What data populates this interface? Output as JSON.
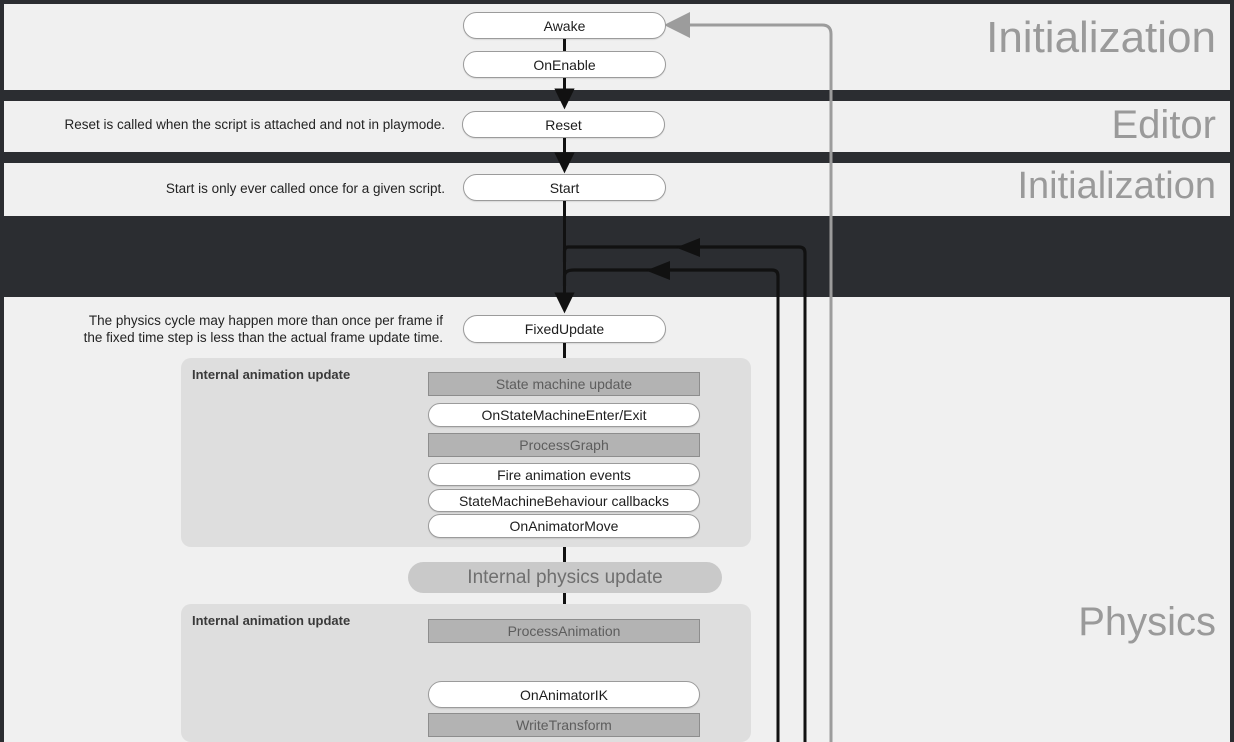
{
  "diagram": {
    "title": "Unity MonoBehaviour lifecycle flowchart",
    "colors": {
      "lane_background": "#f0f0f0",
      "band_dark": "#2b2d31",
      "lane_title": "#9a9a9a",
      "callback_node": "#ffffff",
      "internal_node": "#b3b3b3",
      "panel": "#dedede",
      "pill": "#c9c9c9",
      "wire_black": "#111111",
      "wire_gray": "#9c9c9c"
    }
  },
  "lanes": [
    {
      "id": "lane-initialization-1",
      "title": "Initialization"
    },
    {
      "id": "lane-editor",
      "title": "Editor"
    },
    {
      "id": "lane-initialization-2",
      "title": "Initialization"
    },
    {
      "id": "lane-physics",
      "title": "Physics"
    }
  ],
  "notes": [
    {
      "id": "note-reset",
      "text": "Reset is called when the script is attached and not in playmode."
    },
    {
      "id": "note-start",
      "text": "Start is only ever called once for a given script."
    },
    {
      "id": "note-physics",
      "text": "The physics cycle may happen more than once per frame if\nthe fixed time step is less than the actual frame update time."
    }
  ],
  "nodes": {
    "awake": "Awake",
    "on_enable": "OnEnable",
    "reset": "Reset",
    "start": "Start",
    "fixed_update": "FixedUpdate",
    "state_machine_update": "State machine update",
    "on_state_machine_enter_exit": "OnStateMachineEnter/Exit",
    "process_graph": "ProcessGraph",
    "fire_animation_events": "Fire animation events",
    "state_machine_behaviour_callbacks": "StateMachineBehaviour callbacks",
    "on_animator_move": "OnAnimatorMove",
    "internal_physics_update": "Internal physics update",
    "process_animation": "ProcessAnimation",
    "on_animator_ik": "OnAnimatorIK",
    "write_transform": "WriteTransform"
  },
  "panels": [
    {
      "id": "panel-anim-1",
      "label": "Internal animation update"
    },
    {
      "id": "panel-anim-2",
      "label": "Internal animation update"
    }
  ]
}
